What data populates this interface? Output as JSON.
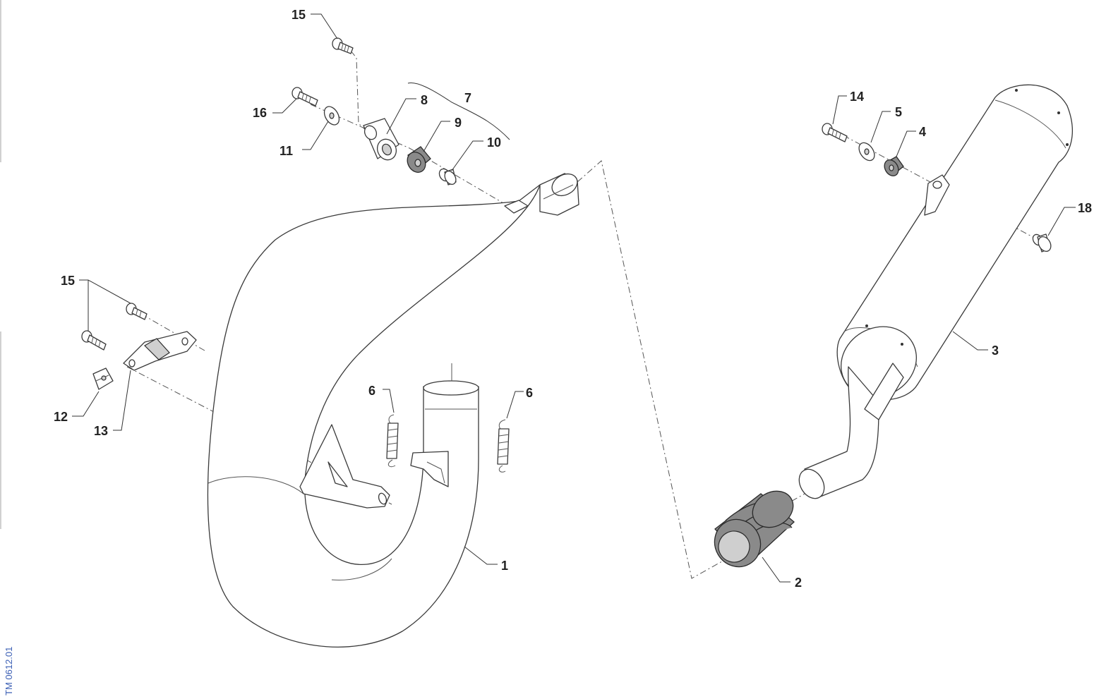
{
  "drawing_code": "TM 0612.01",
  "callouts": {
    "c1": "1",
    "c2": "2",
    "c3": "3",
    "c4": "4",
    "c5": "5",
    "c6a": "6",
    "c6b": "6",
    "c7": "7",
    "c8": "8",
    "c9": "9",
    "c10": "10",
    "c11": "11",
    "c12": "12",
    "c13": "13",
    "c14": "14",
    "c15a": "15",
    "c15b": "15",
    "c16": "16",
    "c18": "18"
  },
  "colors": {
    "line": "#3a3a3a",
    "rubber": "#8a8a8a",
    "code_text": "#3b5fb5"
  }
}
